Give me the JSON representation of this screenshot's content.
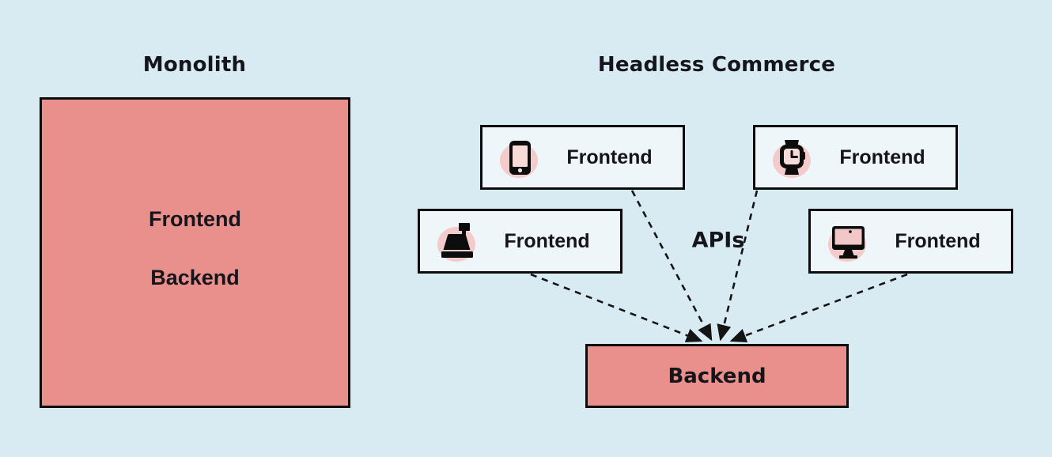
{
  "diagram": {
    "monolith": {
      "title": "Monolith",
      "layers": {
        "frontend": "Frontend",
        "backend": "Backend"
      }
    },
    "headless": {
      "title": "Headless Commerce",
      "apis_label": "APIs",
      "backend_label": "Backend",
      "frontends": [
        {
          "label": "Frontend",
          "icon": "smartphone-icon"
        },
        {
          "label": "Frontend",
          "icon": "smartwatch-icon"
        },
        {
          "label": "Frontend",
          "icon": "cash-register-icon"
        },
        {
          "label": "Frontend",
          "icon": "desktop-monitor-icon"
        }
      ]
    },
    "colors": {
      "background": "#d9ebf2",
      "box_salmon": "#e9908c",
      "card_fill": "#eef6fa",
      "icon_circle_pink": "#f3cbca",
      "ink": "#0c0c0c"
    }
  }
}
